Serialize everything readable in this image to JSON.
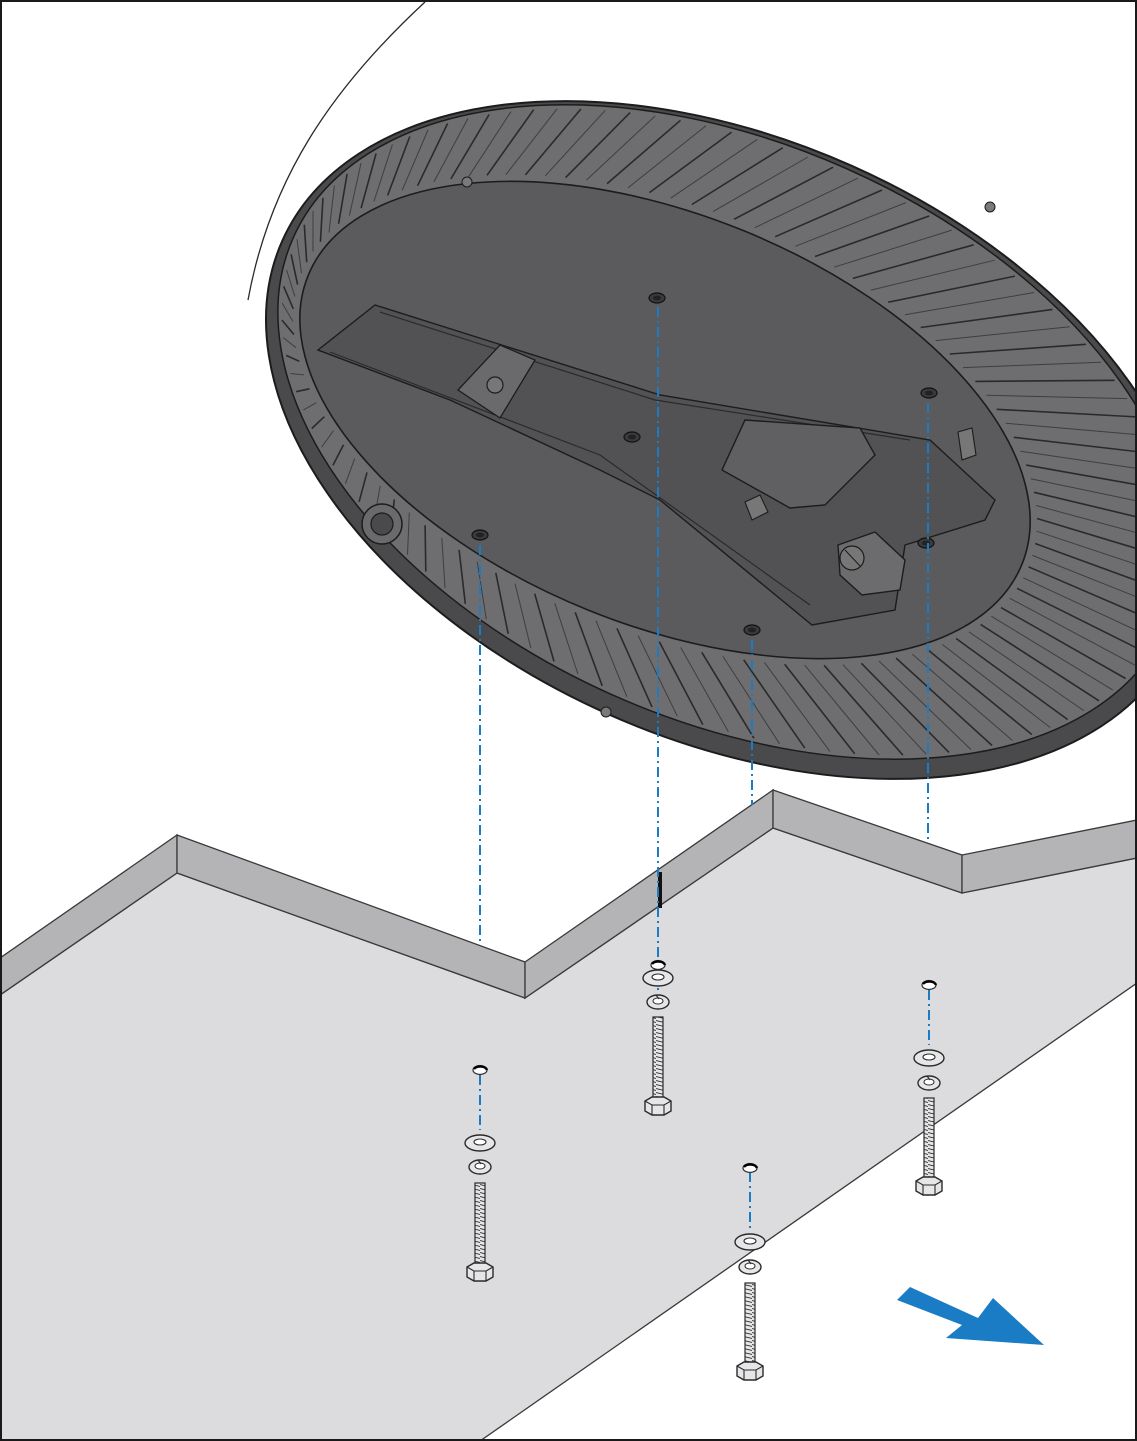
{
  "colors": {
    "frame": "#1a1a1a",
    "ceiling_top": "#dcdcde",
    "ceiling_edge": "#b4b4b6",
    "ceiling_stroke": "#3a3a3a",
    "fixture_body": "#5b5b5d",
    "fixture_rim": "#4a4a4c",
    "fixture_fin_light": "#6e6e70",
    "fixture_fin_dark": "#3e3e40",
    "guide_line": "#1a7cc4",
    "arrow": "#1a7cc4",
    "hardware_fill": "#e6e6e8",
    "hardware_stroke": "#2a2a2a"
  },
  "illustration": {
    "subject": "ceiling-mount-light-fixture-installation",
    "mounting_points": 4,
    "hardware_per_point": [
      "bolt",
      "lock-washer",
      "flat-washer"
    ],
    "direction_indicator": "arrow-icon"
  }
}
